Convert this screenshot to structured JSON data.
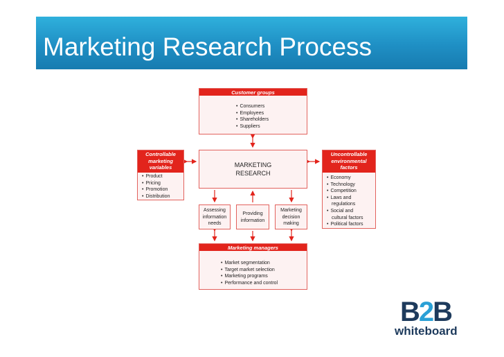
{
  "slide": {
    "title": "Marketing Research Process"
  },
  "diagram": {
    "customer_groups": {
      "header": "Customer groups",
      "items": [
        "Consumers",
        "Employees",
        "Shareholders",
        "Suppliers"
      ]
    },
    "controllable": {
      "header_lines": [
        "Controllable",
        "marketing",
        "variables"
      ],
      "items": [
        "Product",
        "Pricing",
        "Promotion",
        "Distribution"
      ]
    },
    "center": {
      "lines": [
        "MARKETING",
        "RESEARCH"
      ]
    },
    "uncontrollable": {
      "header_lines": [
        "Uncontrollable",
        "environmental",
        "factors"
      ],
      "items": [
        {
          "text": "Economy",
          "bullet": true
        },
        {
          "text": "Technology",
          "bullet": true
        },
        {
          "text": "Competition",
          "bullet": true
        },
        {
          "text": "Laws and",
          "bullet": true
        },
        {
          "text": "regulations",
          "bullet": false
        },
        {
          "text": "Social and",
          "bullet": true
        },
        {
          "text": "cultural factors",
          "bullet": false
        },
        {
          "text": "Political factors",
          "bullet": true
        }
      ]
    },
    "assessing": {
      "lines": [
        "Assessing",
        "information",
        "needs"
      ]
    },
    "providing": {
      "lines": [
        "Providing",
        "information"
      ]
    },
    "decision": {
      "lines": [
        "Marketing",
        "decision",
        "making"
      ]
    },
    "managers": {
      "header": "Marketing managers",
      "items": [
        "Market segmentation",
        "Target market selection",
        "Marketing programs",
        "Performance and control"
      ]
    },
    "arrow_color": "#e2241c"
  },
  "logo": {
    "letter_b": "B",
    "letter_2": "2",
    "letter_b2": "B",
    "word": "whiteboard"
  },
  "colors": {
    "title_bar": "#1f8fc4",
    "header_red": "#e2241c",
    "box_fill": "#fdf2f2",
    "logo_dark": "#1d3a5c",
    "logo_light": "#2aa0d6"
  }
}
